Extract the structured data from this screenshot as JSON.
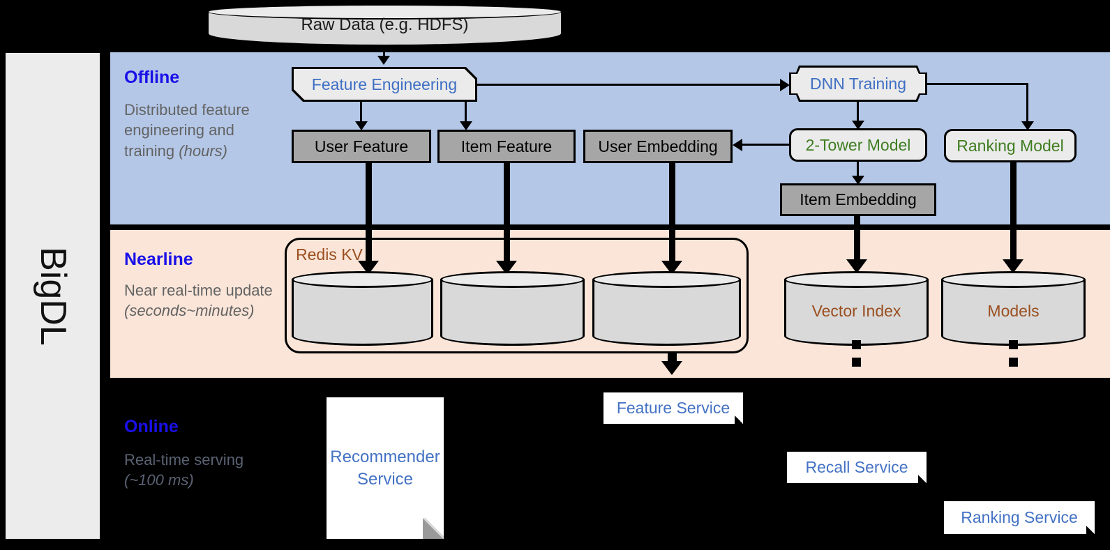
{
  "sidebar": {
    "label": "BigDL"
  },
  "source": {
    "raw_data_label": "Raw Data (e.g. HDFS)"
  },
  "bands": {
    "offline": {
      "title": "Offline",
      "subtitle_main": "Distributed feature engineering and training ",
      "subtitle_em": "(hours)"
    },
    "nearline": {
      "title": "Nearline",
      "subtitle_main": "Near real-time update ",
      "subtitle_em": "(seconds~minutes)"
    },
    "online": {
      "title": "Online",
      "subtitle_main": "Real-time serving ",
      "subtitle_em": "(~100 ms)"
    }
  },
  "offline_nodes": {
    "feature_engineering": "Feature Engineering",
    "dnn_training": "DNN Training",
    "user_feature": "User Feature",
    "item_feature": "Item Feature",
    "user_embedding": "User Embedding",
    "two_tower_model": "2-Tower Model",
    "ranking_model": "Ranking Model",
    "item_embedding": "Item Embedding"
  },
  "nearline_nodes": {
    "redis_kv": "Redis KV",
    "store_1": "",
    "store_2": "",
    "store_3": "",
    "vector_index": "Vector Index",
    "models": "Models"
  },
  "online_nodes": {
    "recommender_service": "Recommender Service",
    "feature_service": "Feature Service",
    "recall_service": "Recall Service",
    "ranking_service": "Ranking Service"
  },
  "colors": {
    "offline_band": "#b4c7e7",
    "nearline_band": "#fae5d8",
    "online_band": "#000000",
    "band_title": "#1a10e8",
    "blue_text": "#3f6fc4",
    "green_text": "#3f7d20",
    "brown_text": "#9b4f20",
    "gray_box": "#a6a6a6",
    "proc_box": "#ebebeb",
    "sidebar": "#ececec"
  }
}
